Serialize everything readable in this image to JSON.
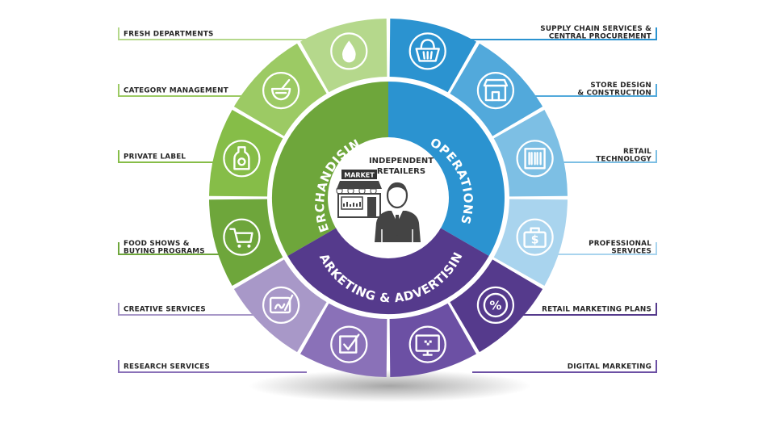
{
  "center": {
    "title_line1": "INDEPENDENT",
    "title_line2": "RETAILERS",
    "market_sign": "MARKET"
  },
  "ring": {
    "merchandising": "MERCHANDISING",
    "operations": "OPERATIONS",
    "marketing": "MARKETING & ADVERTISING"
  },
  "services_left": [
    {
      "line1": "FRESH DEPARTMENTS",
      "line2": "",
      "icon": "water-drop-icon",
      "color": "#b5d88c"
    },
    {
      "line1": "CATEGORY MANAGEMENT",
      "line2": "",
      "icon": "mortar-pestle-icon",
      "color": "#9cca64"
    },
    {
      "line1": "PRIVATE LABEL",
      "line2": "",
      "icon": "bottle-icon",
      "color": "#86bd48"
    },
    {
      "line1": "FOOD SHOWS &",
      "line2": "BUYING PROGRAMS",
      "icon": "shopping-cart-icon",
      "color": "#6ea63b"
    },
    {
      "line1": "CREATIVE SERVICES",
      "line2": "",
      "icon": "tablet-pen-icon",
      "color": "#a898c8"
    },
    {
      "line1": "RESEARCH SERVICES",
      "line2": "",
      "icon": "checkbox-icon",
      "color": "#8a71b8"
    }
  ],
  "services_right": [
    {
      "line1": "SUPPLY CHAIN SERVICES &",
      "line2": "CENTRAL PROCUREMENT",
      "icon": "basket-icon",
      "color": "#2b93d0"
    },
    {
      "line1": "STORE DESIGN",
      "line2": "& CONSTRUCTION",
      "icon": "storefront-icon",
      "color": "#52a9db"
    },
    {
      "line1": "RETAIL",
      "line2": "TECHNOLOGY",
      "icon": "barcode-icon",
      "color": "#7dbfe4"
    },
    {
      "line1": "PROFESSIONAL",
      "line2": "SERVICES",
      "icon": "briefcase-icon",
      "color": "#a9d4ee"
    },
    {
      "line1": "RETAIL MARKETING PLANS",
      "line2": "",
      "icon": "percent-badge-icon",
      "color": "#553a8c"
    },
    {
      "line1": "DIGITAL MARKETING",
      "line2": "",
      "icon": "monitor-icon",
      "color": "#6c50a4"
    }
  ],
  "icon_text": {
    "percent": "%",
    "dollar": "$"
  }
}
